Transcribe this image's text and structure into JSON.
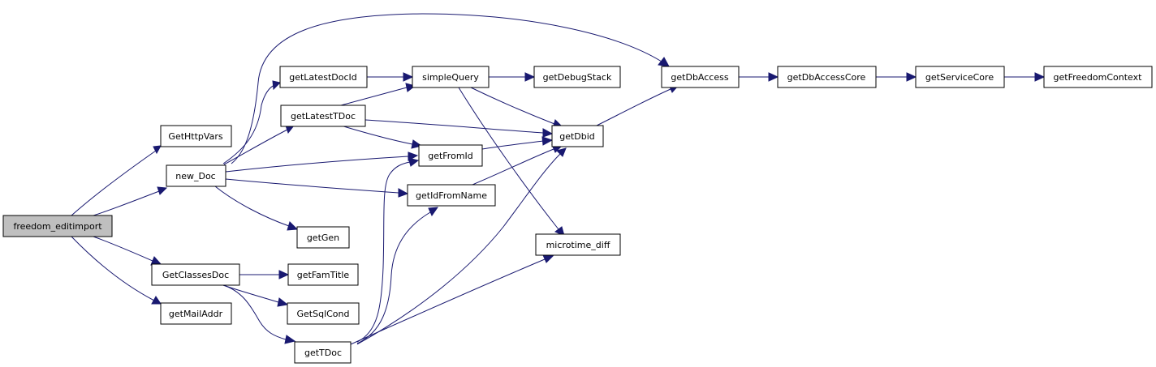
{
  "colors": {
    "edge": "#191970",
    "root_fill": "#bfbfbf",
    "node_fill": "#ffffff",
    "node_border": "#000000"
  },
  "nodes": {
    "freedom_editimport": "freedom_editimport",
    "GetHttpVars": "GetHttpVars",
    "new_Doc": "new_Doc",
    "GetClassesDoc": "GetClassesDoc",
    "getMailAddr": "getMailAddr",
    "getLatestDocId": "getLatestDocId",
    "getLatestTDoc": "getLatestTDoc",
    "getGen": "getGen",
    "getFamTitle": "getFamTitle",
    "GetSqlCond": "GetSqlCond",
    "getTDoc": "getTDoc",
    "simpleQuery": "simpleQuery",
    "getFromId": "getFromId",
    "getIdFromName": "getIdFromName",
    "getDebugStack": "getDebugStack",
    "getDbid": "getDbid",
    "microtime_diff": "microtime_diff",
    "getDbAccess": "getDbAccess",
    "getDbAccessCore": "getDbAccessCore",
    "getServiceCore": "getServiceCore",
    "getFreedomContext": "getFreedomContext"
  },
  "edges": [
    [
      "freedom_editimport",
      "GetHttpVars"
    ],
    [
      "freedom_editimport",
      "new_Doc"
    ],
    [
      "freedom_editimport",
      "GetClassesDoc"
    ],
    [
      "freedom_editimport",
      "getMailAddr"
    ],
    [
      "new_Doc",
      "getDbAccess"
    ],
    [
      "new_Doc",
      "getLatestDocId"
    ],
    [
      "new_Doc",
      "getLatestTDoc"
    ],
    [
      "new_Doc",
      "getFromId"
    ],
    [
      "new_Doc",
      "getIdFromName"
    ],
    [
      "new_Doc",
      "getGen"
    ],
    [
      "GetClassesDoc",
      "getFamTitle"
    ],
    [
      "GetClassesDoc",
      "GetSqlCond"
    ],
    [
      "GetClassesDoc",
      "getTDoc"
    ],
    [
      "getLatestDocId",
      "simpleQuery"
    ],
    [
      "getLatestTDoc",
      "simpleQuery"
    ],
    [
      "getLatestTDoc",
      "getFromId"
    ],
    [
      "getLatestTDoc",
      "getDbid"
    ],
    [
      "simpleQuery",
      "getDebugStack"
    ],
    [
      "simpleQuery",
      "getDbid"
    ],
    [
      "simpleQuery",
      "microtime_diff"
    ],
    [
      "getFromId",
      "getDbid"
    ],
    [
      "getIdFromName",
      "getDbid"
    ],
    [
      "getTDoc",
      "getFromId"
    ],
    [
      "getTDoc",
      "getIdFromName"
    ],
    [
      "getTDoc",
      "getDbid"
    ],
    [
      "getTDoc",
      "microtime_diff"
    ],
    [
      "getDbid",
      "getDbAccess"
    ],
    [
      "getDbAccess",
      "getDbAccessCore"
    ],
    [
      "getDbAccessCore",
      "getServiceCore"
    ],
    [
      "getServiceCore",
      "getFreedomContext"
    ]
  ]
}
